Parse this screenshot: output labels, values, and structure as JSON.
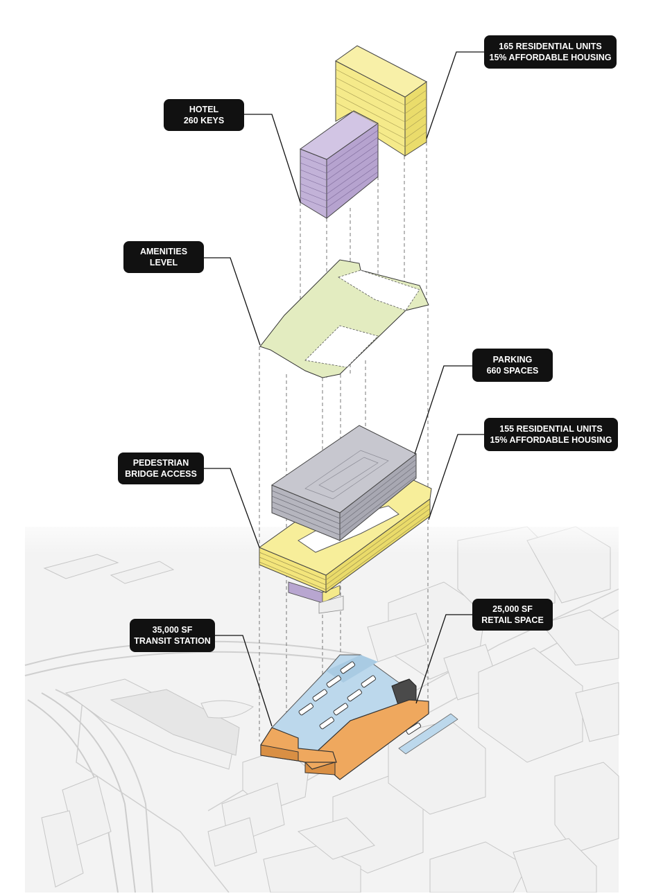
{
  "labels": {
    "residential_upper": {
      "line1": "165 RESIDENTIAL UNITS",
      "line2": "15% AFFORDABLE HOUSING"
    },
    "hotel": {
      "line1": "HOTEL",
      "line2": "260 KEYS"
    },
    "amenities": {
      "line1": "AMENITIES",
      "line2": "LEVEL"
    },
    "parking": {
      "line1": "PARKING",
      "line2": "660 SPACES"
    },
    "residential_lower": {
      "line1": "155 RESIDENTIAL UNITS",
      "line2": "15% AFFORDABLE HOUSING"
    },
    "pedestrian": {
      "line1": "PEDESTRIAN",
      "line2": "BRIDGE ACCESS"
    },
    "retail": {
      "line1": "25,000 SF",
      "line2": "RETAIL SPACE"
    },
    "transit": {
      "line1": "35,000 SF",
      "line2": "TRANSIT STATION"
    }
  },
  "colors": {
    "residential": "#f5ea8a",
    "hotel": "#c2b2d8",
    "amenities": "#e3ecc0",
    "parking": "#c4c4cc",
    "retail_transit": "#efa85e",
    "bus_area": "#bcd8ec",
    "context": "#f1f1f1"
  }
}
